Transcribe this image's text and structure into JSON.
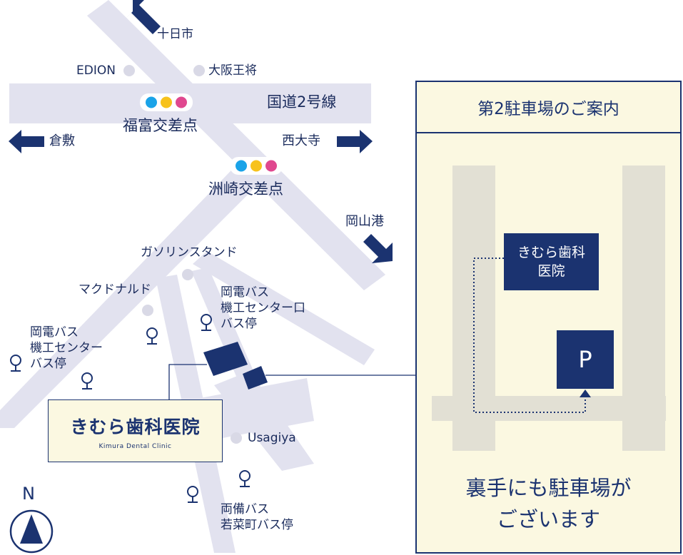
{
  "colors": {
    "road": "#e2e2ef",
    "navy": "#1b3370",
    "cream": "#fbf8e1",
    "signal_blue": "#1aa3e8",
    "signal_yellow": "#f7c21c",
    "signal_pink": "#e0488f",
    "poi_dot": "#d9d9e6",
    "parking_road": "#e2e0d4"
  },
  "labels": {
    "tokaichi": "十日市",
    "edion": "EDION",
    "osaka_osho": "大阪王将",
    "route2": "国道2号線",
    "fukutomi": "福富交差点",
    "kurashiki": "倉敷",
    "saidaiji": "西大寺",
    "susaki": "洲崎交差点",
    "okayama_port": "岡山港",
    "gas_station": "ガソリンスタンド",
    "mcdonalds": "マクドナルド",
    "usagiya": "Usagiya",
    "north": "N"
  },
  "bus_stops": {
    "kiko_center": [
      "岡電バス",
      "機工センター",
      "バス停"
    ],
    "kiko_center_mae": [
      "岡電バス",
      "機工センター口",
      "バス停"
    ],
    "wakanacho": [
      "両備バス",
      "若菜町バス停"
    ]
  },
  "clinic": {
    "name_jp": "きむら歯科医院",
    "name_en": "Kimura Dental Clinic"
  },
  "panel": {
    "title": "第2駐車場のご案内",
    "clinic_line1": "きむら歯科",
    "clinic_line2": "医院",
    "parking": "P",
    "message_line1": "裏手にも駐車場が",
    "message_line2": "ございます"
  },
  "icons": [
    "direction-arrow-icon",
    "traffic-signal-icon",
    "bus-stop-icon",
    "north-arrow-icon"
  ]
}
